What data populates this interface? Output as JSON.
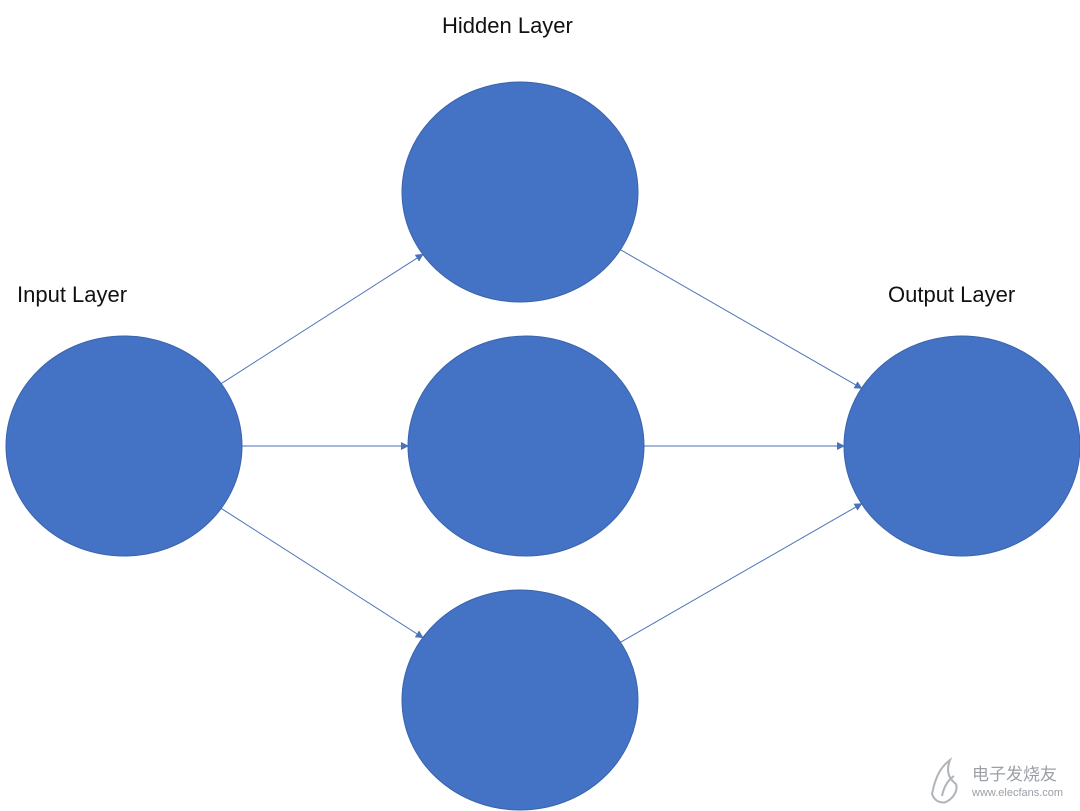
{
  "labels": {
    "hidden": "Hidden Layer",
    "input": "Input Layer",
    "output": "Output Layer"
  },
  "colors": {
    "node_fill": "#4472c4",
    "edge_stroke": "#4a72b8"
  },
  "nodes": [
    {
      "id": "input-1",
      "layer": "input"
    },
    {
      "id": "hidden-1",
      "layer": "hidden"
    },
    {
      "id": "hidden-2",
      "layer": "hidden"
    },
    {
      "id": "hidden-3",
      "layer": "hidden"
    },
    {
      "id": "output-1",
      "layer": "output"
    }
  ],
  "edges": [
    {
      "from": "input-1",
      "to": "hidden-1"
    },
    {
      "from": "input-1",
      "to": "hidden-2"
    },
    {
      "from": "input-1",
      "to": "hidden-3"
    },
    {
      "from": "hidden-1",
      "to": "output-1"
    },
    {
      "from": "hidden-2",
      "to": "output-1"
    },
    {
      "from": "hidden-3",
      "to": "output-1"
    }
  ],
  "watermark": {
    "title": "电子发烧友",
    "url": "www.elecfans.com"
  }
}
